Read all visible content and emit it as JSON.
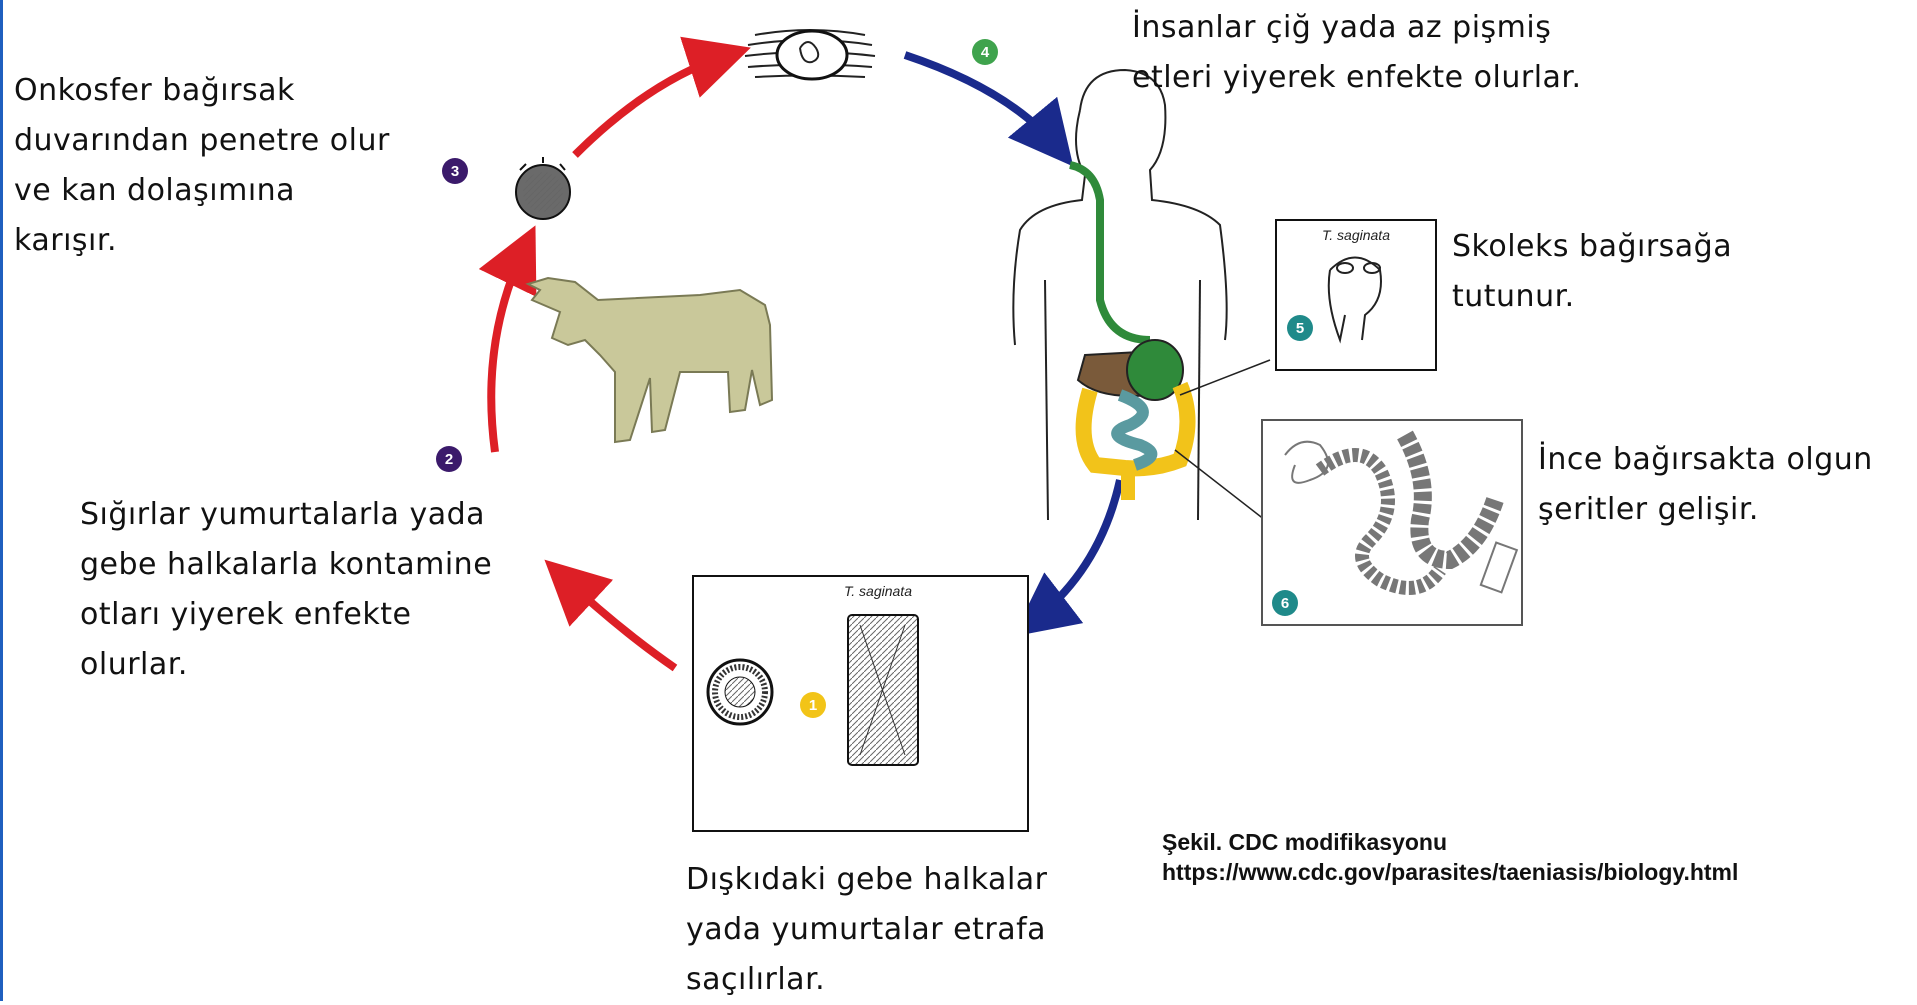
{
  "colors": {
    "frame": "#1f5fbf",
    "arrow_red": "#dd1f26",
    "arrow_blue": "#1a2a8c",
    "cow": "#c9c89a",
    "stomach": "#2f8a3a",
    "intestine_small": "#5a9aa0",
    "intestine_large": "#f2c31a",
    "liver": "#7a5a3a",
    "badge_1": "#f2c418",
    "badge_2": "#3b1a6b",
    "badge_3": "#3b1a6b",
    "badge_4": "#3fa34d",
    "badge_5": "#1f8a8a",
    "badge_6": "#1f8a8a"
  },
  "steps": {
    "s1": {
      "num": "1",
      "lines": [
        "Dışkıdaki gebe halkalar",
        "yada yumurtalar etrafa",
        "saçılırlar."
      ]
    },
    "s2": {
      "num": "2",
      "lines": [
        "Sığırlar yumurtalarla yada",
        "gebe halkalarla kontamine",
        "otları yiyerek enfekte",
        "olurlar."
      ]
    },
    "s3": {
      "num": "3",
      "lines": [
        "Onkosfer bağırsak",
        "duvarından penetre olur",
        "ve kan dolaşımına",
        "karışır."
      ]
    },
    "s4": {
      "num": "4",
      "lines": [
        "İnsanlar çiğ yada az pişmiş",
        "etleri yiyerek enfekte olurlar."
      ]
    },
    "s5": {
      "num": "5",
      "lines": [
        "Skoleks bağırsağa",
        "tutunur."
      ]
    },
    "s6": {
      "num": "6",
      "lines": [
        "İnce bağırsakta olgun",
        "şeritler gelişir."
      ]
    }
  },
  "specimen_labels": {
    "box1": "T. saginata",
    "box5": "T. saginata"
  },
  "credit": {
    "line1": "Şekil. CDC modifikasyonu",
    "line2": "https://www.cdc.gov/parasites/taeniasis/biology.html"
  }
}
